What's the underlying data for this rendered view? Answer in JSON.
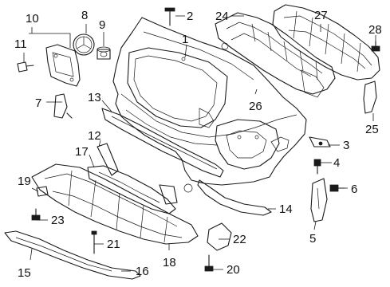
{
  "callouts": [
    {
      "id": "c1",
      "text": "1"
    },
    {
      "id": "c2",
      "text": "2"
    },
    {
      "id": "c3",
      "text": "3"
    },
    {
      "id": "c4",
      "text": "4"
    },
    {
      "id": "c5",
      "text": "5"
    },
    {
      "id": "c6",
      "text": "6"
    },
    {
      "id": "c7",
      "text": "7"
    },
    {
      "id": "c8",
      "text": "8"
    },
    {
      "id": "c9",
      "text": "9"
    },
    {
      "id": "c10",
      "text": "10"
    },
    {
      "id": "c11",
      "text": "11"
    },
    {
      "id": "c12",
      "text": "12"
    },
    {
      "id": "c13",
      "text": "13"
    },
    {
      "id": "c14",
      "text": "14"
    },
    {
      "id": "c15",
      "text": "15"
    },
    {
      "id": "c16",
      "text": "16"
    },
    {
      "id": "c17",
      "text": "17"
    },
    {
      "id": "c18",
      "text": "18"
    },
    {
      "id": "c19",
      "text": "19"
    },
    {
      "id": "c20",
      "text": "20"
    },
    {
      "id": "c21",
      "text": "21"
    },
    {
      "id": "c22",
      "text": "22"
    },
    {
      "id": "c23",
      "text": "23"
    },
    {
      "id": "c24",
      "text": "24"
    },
    {
      "id": "c25",
      "text": "25"
    },
    {
      "id": "c26",
      "text": "26"
    },
    {
      "id": "c27",
      "text": "27"
    },
    {
      "id": "c28",
      "text": "28"
    }
  ]
}
